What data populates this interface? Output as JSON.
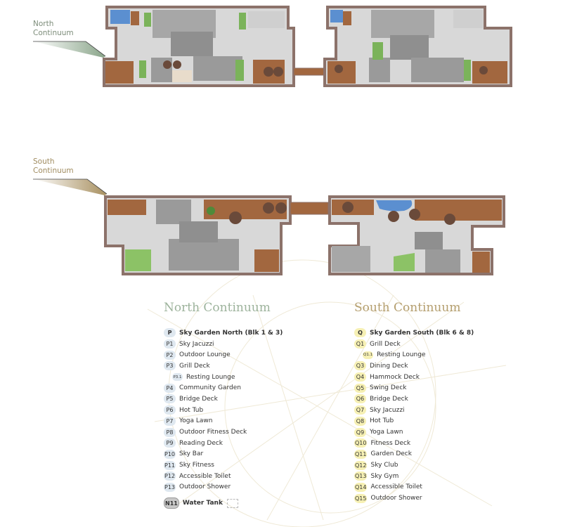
{
  "callouts": {
    "north": [
      "North",
      "Continuum"
    ],
    "south": [
      "South",
      "Continuum"
    ]
  },
  "colors": {
    "north_accent": "#9db39c",
    "south_accent": "#b49e6e",
    "north_badge": "#dfe8f0",
    "south_badge": "#f6f0b4",
    "deck": "#a2673f",
    "lawn": "#7bb35a",
    "paving": "#d6d6d6",
    "roof": "#9b9b9b",
    "parapet": "#8c726a"
  },
  "north_legend": {
    "title": "North Continuum",
    "items": [
      {
        "code": "P",
        "label": "Sky Garden North (Blk 1 & 3)"
      },
      {
        "code": "P1",
        "label": "Sky Jacuzzi"
      },
      {
        "code": "P2",
        "label": "Outdoor Lounge"
      },
      {
        "code": "P3",
        "label": "Grill Deck"
      },
      {
        "code": "P3.1",
        "label": "Resting Lounge"
      },
      {
        "code": "P4",
        "label": "Community Garden"
      },
      {
        "code": "P5",
        "label": "Bridge Deck"
      },
      {
        "code": "P6",
        "label": "Hot Tub"
      },
      {
        "code": "P7",
        "label": "Yoga Lawn"
      },
      {
        "code": "P8",
        "label": "Outdoor Fitness Deck"
      },
      {
        "code": "P9",
        "label": "Reading Deck"
      },
      {
        "code": "P10",
        "label": "Sky Bar"
      },
      {
        "code": "P11",
        "label": "Sky Fitness"
      },
      {
        "code": "P12",
        "label": "Accessible Toilet"
      },
      {
        "code": "P13",
        "label": "Outdoor Shower"
      }
    ],
    "water_tank": {
      "code": "N11",
      "label": "Water Tank"
    }
  },
  "south_legend": {
    "title": "South Continuum",
    "items": [
      {
        "code": "Q",
        "label": "Sky Garden South (Blk 6 & 8)"
      },
      {
        "code": "Q1",
        "label": "Grill Deck"
      },
      {
        "code": "Q1.1",
        "label": "Resting Lounge"
      },
      {
        "code": "Q3",
        "label": "Dining Deck"
      },
      {
        "code": "Q4",
        "label": "Hammock Deck"
      },
      {
        "code": "Q5",
        "label": "Swing Deck"
      },
      {
        "code": "Q6",
        "label": "Bridge Deck"
      },
      {
        "code": "Q7",
        "label": "Sky Jacuzzi"
      },
      {
        "code": "Q8",
        "label": "Hot Tub"
      },
      {
        "code": "Q9",
        "label": "Yoga Lawn"
      },
      {
        "code": "Q10",
        "label": "Fitness Deck"
      },
      {
        "code": "Q11",
        "label": "Garden Deck"
      },
      {
        "code": "Q12",
        "label": "Sky Club"
      },
      {
        "code": "Q13",
        "label": "Sky Gym"
      },
      {
        "code": "Q14",
        "label": "Accessible Toilet"
      },
      {
        "code": "Q15",
        "label": "Outdoor Shower"
      }
    ]
  }
}
